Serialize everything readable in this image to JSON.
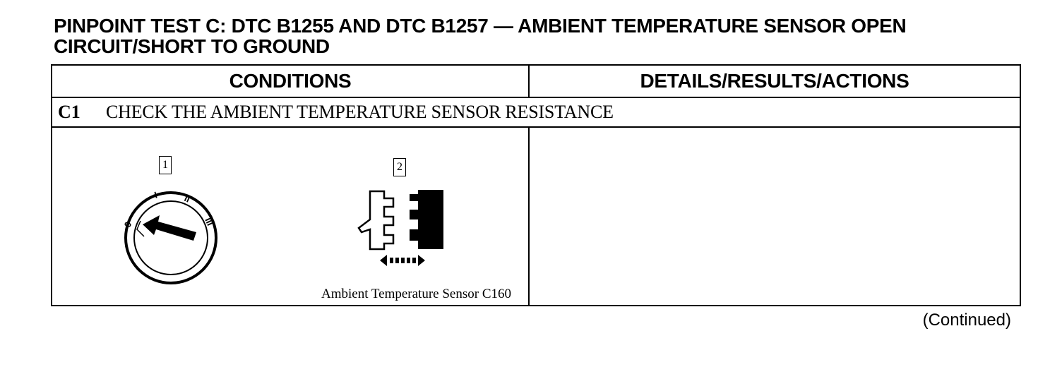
{
  "title": {
    "line1": "PINPOINT TEST C:  DTC B1255 AND DTC B1257 — AMBIENT TEMPERATURE SENSOR OPEN",
    "line2": "CIRCUIT/SHORT TO GROUND"
  },
  "table": {
    "headers": [
      "CONDITIONS",
      "DETAILS/RESULTS/ACTIONS"
    ],
    "step": {
      "id": "C1",
      "text": "CHECK THE AMBIENT TEMPERATURE SENSOR RESISTANCE"
    },
    "callouts": [
      "1",
      "2"
    ],
    "ignition_positions": [
      "0",
      "I",
      "II",
      "III"
    ],
    "figure_caption": "Ambient Temperature Sensor C160",
    "details_text": ""
  },
  "footer": {
    "continued": "(Continued)"
  },
  "icons": [
    "ignition-switch-icon",
    "connector-disconnect-icon"
  ]
}
